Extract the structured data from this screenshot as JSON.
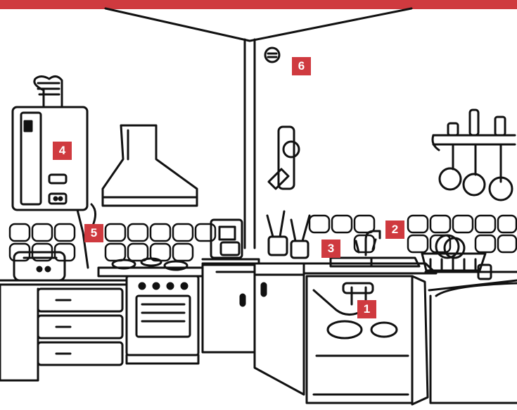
{
  "colors": {
    "accent": "#cf3a3f",
    "line": "#111111",
    "background": "#ffffff"
  },
  "markers": [
    {
      "id": "m1",
      "label": "1",
      "points_to": "sink-pipes"
    },
    {
      "id": "m2",
      "label": "2",
      "points_to": "faucet"
    },
    {
      "id": "m3",
      "label": "3",
      "points_to": "sink-basin"
    },
    {
      "id": "m4",
      "label": "4",
      "points_to": "water-heater"
    },
    {
      "id": "m5",
      "label": "5",
      "points_to": "heater-connection"
    },
    {
      "id": "m6",
      "label": "6",
      "points_to": "ceiling-vent"
    }
  ]
}
